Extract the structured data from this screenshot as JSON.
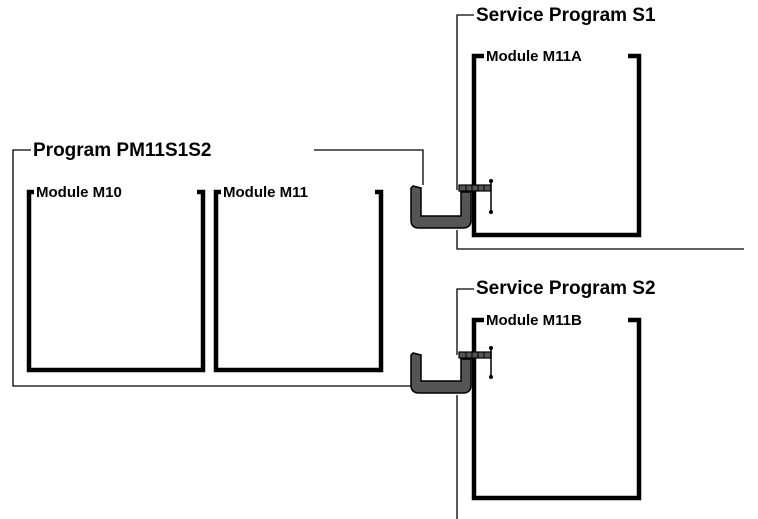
{
  "diagram": {
    "program": {
      "label": "Program PM11S1S2"
    },
    "modules": {
      "m10": {
        "label": "Module M10"
      },
      "m11": {
        "label": "Module M11"
      },
      "m11a": {
        "label": "Module M11A"
      },
      "m11b": {
        "label": "Module M11B"
      }
    },
    "service_programs": {
      "s1": {
        "label": "Service Program S1"
      },
      "s2": {
        "label": "Service Program S2"
      }
    },
    "colors": {
      "line": "#000000",
      "clamp_fill": "#555555",
      "clamp_stroke": "#000000",
      "background": "#ffffff"
    },
    "icons": {
      "clamp": "c-clamp-icon"
    }
  }
}
